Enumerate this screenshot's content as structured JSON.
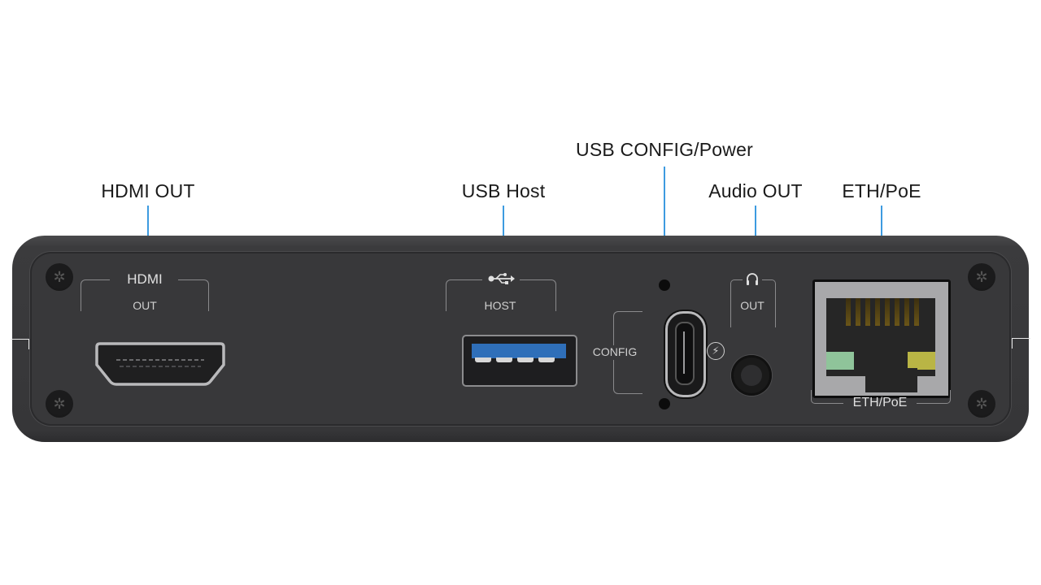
{
  "callouts": [
    {
      "id": "hdmi",
      "label": "HDMI OUT"
    },
    {
      "id": "usb_host",
      "label": "USB Host"
    },
    {
      "id": "usb_config",
      "label": "USB CONFIG/Power"
    },
    {
      "id": "audio",
      "label": "Audio OUT"
    },
    {
      "id": "eth",
      "label": "ETH/PoE"
    }
  ],
  "panel": {
    "hdmi": {
      "title": "HDMI",
      "sub": "OUT"
    },
    "usb_host": {
      "icon": "usb-icon",
      "sub": "HOST"
    },
    "usb_config": {
      "label": "CONFIG",
      "icon": "power-bolt-icon"
    },
    "audio": {
      "icon": "headphones-icon",
      "sub": "OUT"
    },
    "eth": {
      "label": "ETH/PoE"
    }
  },
  "colors": {
    "leader": "#3d9be0",
    "usb3_blue": "#2f6fb9",
    "eth_led_left": "#8fc49a",
    "eth_led_right": "#b9b545"
  },
  "glyphs": {
    "screw": "✲",
    "usb": "⭠",
    "bolt": "⚡",
    "headphones": "∩"
  }
}
